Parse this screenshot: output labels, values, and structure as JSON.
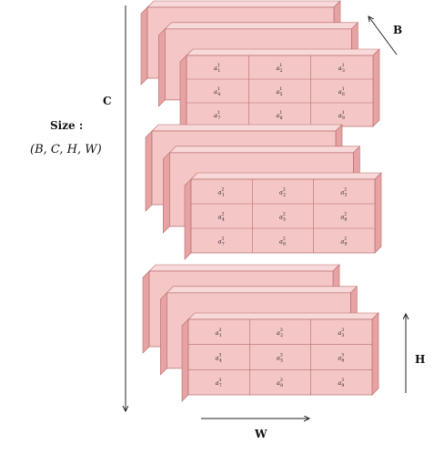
{
  "labels": {
    "B": "B",
    "C": "C",
    "H": "H",
    "W": "W",
    "size_title": "Size :",
    "size_formula": "(B, C, H, W)"
  },
  "colors": {
    "face": "#f4c6c6",
    "top": "#f8d9d9",
    "side": "#e7a3a3",
    "edge": "#b86a6a",
    "arrow": "#222222"
  },
  "channels": [
    {
      "index": 1,
      "cells": [
        {
          "letter": "a",
          "sup": "1",
          "sub": "1"
        },
        {
          "letter": "a",
          "sup": "1",
          "sub": "2"
        },
        {
          "letter": "a",
          "sup": "1",
          "sub": "3"
        },
        {
          "letter": "a",
          "sup": "1",
          "sub": "4"
        },
        {
          "letter": "a",
          "sup": "1",
          "sub": "5"
        },
        {
          "letter": "a",
          "sup": "1",
          "sub": "6"
        },
        {
          "letter": "a",
          "sup": "1",
          "sub": "7"
        },
        {
          "letter": "a",
          "sup": "1",
          "sub": "8"
        },
        {
          "letter": "a",
          "sup": "1",
          "sub": "9"
        }
      ]
    },
    {
      "index": 2,
      "cells": [
        {
          "letter": "a",
          "sup": "2",
          "sub": "1"
        },
        {
          "letter": "a",
          "sup": "2",
          "sub": "2"
        },
        {
          "letter": "a",
          "sup": "2",
          "sub": "3"
        },
        {
          "letter": "a",
          "sup": "2",
          "sub": "4"
        },
        {
          "letter": "a",
          "sup": "2",
          "sub": "5"
        },
        {
          "letter": "a",
          "sup": "2",
          "sub": "6"
        },
        {
          "letter": "a",
          "sup": "2",
          "sub": "7"
        },
        {
          "letter": "a",
          "sup": "2",
          "sub": "8"
        },
        {
          "letter": "a",
          "sup": "2",
          "sub": "9"
        }
      ]
    },
    {
      "index": 3,
      "cells": [
        {
          "letter": "a",
          "sup": "3",
          "sub": "1"
        },
        {
          "letter": "a",
          "sup": "3",
          "sub": "2"
        },
        {
          "letter": "a",
          "sup": "3",
          "sub": "3"
        },
        {
          "letter": "a",
          "sup": "3",
          "sub": "4"
        },
        {
          "letter": "a",
          "sup": "3",
          "sub": "5"
        },
        {
          "letter": "a",
          "sup": "3",
          "sub": "6"
        },
        {
          "letter": "a",
          "sup": "3",
          "sub": "7"
        },
        {
          "letter": "a",
          "sup": "3",
          "sub": "8"
        },
        {
          "letter": "a",
          "sup": "3",
          "sub": "9"
        }
      ]
    }
  ]
}
